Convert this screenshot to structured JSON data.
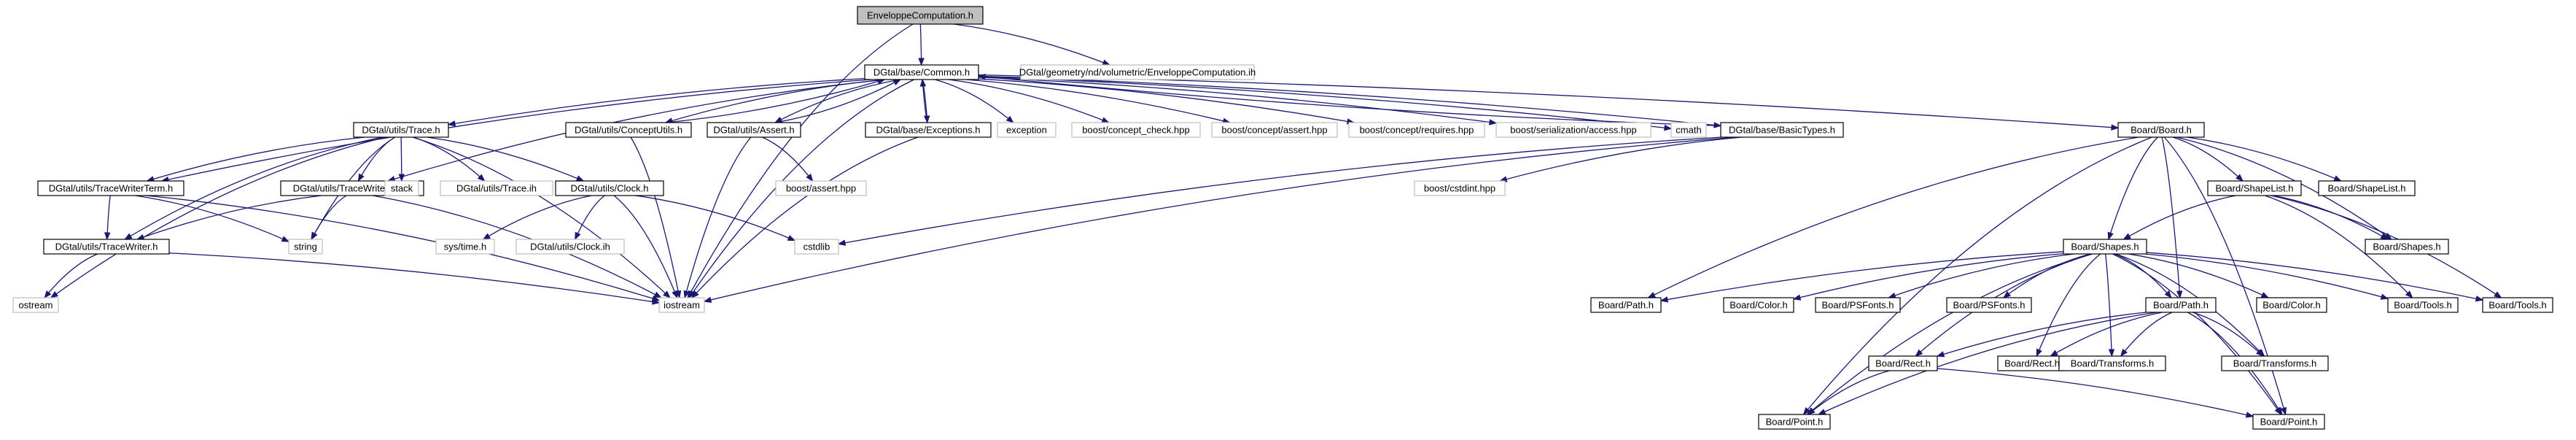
{
  "colors": {
    "root_fill": "#bfbfbf",
    "node_border": "#000000",
    "external_border": "#bfbfbf",
    "edge": "#191970",
    "background": "#ffffff"
  },
  "nodes": [
    {
      "id": "root",
      "label": "EnveloppeComputation.h",
      "kind": "root"
    },
    {
      "id": "common",
      "label": "DGtal/base/Common.h",
      "kind": "header"
    },
    {
      "id": "envih",
      "label": "DGtal/geometry/nd/volumetric/EnveloppeComputation.ih",
      "kind": "external"
    },
    {
      "id": "trace",
      "label": "DGtal/utils/Trace.h",
      "kind": "header"
    },
    {
      "id": "conceptutils",
      "label": "DGtal/utils/ConceptUtils.h",
      "kind": "header"
    },
    {
      "id": "assert",
      "label": "DGtal/utils/Assert.h",
      "kind": "header"
    },
    {
      "id": "exceptions",
      "label": "DGtal/base/Exceptions.h",
      "kind": "header"
    },
    {
      "id": "exception",
      "label": "exception",
      "kind": "external"
    },
    {
      "id": "conceptcheck",
      "label": "boost/concept_check.hpp",
      "kind": "external"
    },
    {
      "id": "conceptassert",
      "label": "boost/concept/assert.hpp",
      "kind": "external"
    },
    {
      "id": "conceptrequires",
      "label": "boost/concept/requires.hpp",
      "kind": "external"
    },
    {
      "id": "serialization",
      "label": "boost/serialization/access.hpp",
      "kind": "external"
    },
    {
      "id": "cmath",
      "label": "cmath",
      "kind": "external"
    },
    {
      "id": "basictypes",
      "label": "DGtal/base/BasicTypes.h",
      "kind": "header"
    },
    {
      "id": "board",
      "label": "Board/Board.h",
      "kind": "header"
    },
    {
      "id": "tracewriterterm",
      "label": "DGtal/utils/TraceWriterTerm.h",
      "kind": "header"
    },
    {
      "id": "tracewriterfile",
      "label": "DGtal/utils/TraceWriterFile.h",
      "kind": "header"
    },
    {
      "id": "stack",
      "label": "stack",
      "kind": "external"
    },
    {
      "id": "traceih",
      "label": "DGtal/utils/Trace.ih",
      "kind": "external"
    },
    {
      "id": "clock",
      "label": "DGtal/utils/Clock.h",
      "kind": "header"
    },
    {
      "id": "boostassert",
      "label": "boost/assert.hpp",
      "kind": "external"
    },
    {
      "id": "cstdint",
      "label": "boost/cstdint.hpp",
      "kind": "external"
    },
    {
      "id": "tracewriter",
      "label": "DGtal/utils/TraceWriter.h",
      "kind": "header"
    },
    {
      "id": "string",
      "label": "string",
      "kind": "external"
    },
    {
      "id": "systime",
      "label": "sys/time.h",
      "kind": "external"
    },
    {
      "id": "clockih",
      "label": "DGtal/utils/Clock.ih",
      "kind": "external"
    },
    {
      "id": "cstdlib",
      "label": "cstdlib",
      "kind": "external"
    },
    {
      "id": "ostream",
      "label": "ostream",
      "kind": "external"
    },
    {
      "id": "iostream",
      "label": "iostream",
      "kind": "external"
    },
    {
      "id": "shapelisth",
      "label": "Board/ShapeList.h",
      "kind": "header"
    },
    {
      "id": "shapelist2",
      "label": "Board/ShapeList.h",
      "kind": "header"
    },
    {
      "id": "shapesR",
      "label": "Board/Shapes.h",
      "kind": "header"
    },
    {
      "id": "shapesC",
      "label": "Board/Shapes.h",
      "kind": "header"
    },
    {
      "id": "pathL",
      "label": "Board/Path.h",
      "kind": "header"
    },
    {
      "id": "color1",
      "label": "Board/Color.h",
      "kind": "header"
    },
    {
      "id": "psfonts1",
      "label": "Board/PSFonts.h",
      "kind": "header"
    },
    {
      "id": "psfonts2",
      "label": "Board/PSFonts.h",
      "kind": "header"
    },
    {
      "id": "pathC",
      "label": "Board/Path.h",
      "kind": "header"
    },
    {
      "id": "color2",
      "label": "Board/Color.h",
      "kind": "header"
    },
    {
      "id": "tools1",
      "label": "Board/Tools.h",
      "kind": "header"
    },
    {
      "id": "tools2",
      "label": "Board/Tools.h",
      "kind": "header"
    },
    {
      "id": "rect1",
      "label": "Board/Rect.h",
      "kind": "header"
    },
    {
      "id": "rect2",
      "label": "Board/Rect.h",
      "kind": "header"
    },
    {
      "id": "transforms1",
      "label": "Board/Transforms.h",
      "kind": "header"
    },
    {
      "id": "transforms2",
      "label": "Board/Transforms.h",
      "kind": "header"
    },
    {
      "id": "point1",
      "label": "Board/Point.h",
      "kind": "header"
    },
    {
      "id": "point2",
      "label": "Board/Point.h",
      "kind": "header"
    }
  ],
  "edges": [
    [
      "root",
      "common"
    ],
    [
      "root",
      "envih"
    ],
    [
      "root",
      "iostream"
    ],
    [
      "common",
      "trace"
    ],
    [
      "common",
      "conceptutils"
    ],
    [
      "common",
      "assert"
    ],
    [
      "common",
      "exceptions"
    ],
    [
      "common",
      "exception"
    ],
    [
      "common",
      "conceptcheck"
    ],
    [
      "common",
      "conceptassert"
    ],
    [
      "common",
      "conceptrequires"
    ],
    [
      "common",
      "serialization"
    ],
    [
      "common",
      "cmath"
    ],
    [
      "common",
      "basictypes"
    ],
    [
      "common",
      "board"
    ],
    [
      "common",
      "tracewriterterm"
    ],
    [
      "common",
      "tracewriterfile"
    ],
    [
      "common",
      "iostream"
    ],
    [
      "trace",
      "iostream"
    ],
    [
      "trace",
      "tracewriterterm"
    ],
    [
      "trace",
      "tracewriterfile"
    ],
    [
      "trace",
      "stack"
    ],
    [
      "trace",
      "traceih"
    ],
    [
      "trace",
      "clock"
    ],
    [
      "trace",
      "string"
    ],
    [
      "trace",
      "tracewriter"
    ],
    [
      "trace",
      "ostream"
    ],
    [
      "conceptutils",
      "iostream"
    ],
    [
      "conceptutils",
      "common"
    ],
    [
      "assert",
      "iostream"
    ],
    [
      "assert",
      "boostassert"
    ],
    [
      "assert",
      "common"
    ],
    [
      "exceptions",
      "iostream"
    ],
    [
      "exceptions",
      "common"
    ],
    [
      "basictypes",
      "cstdint"
    ],
    [
      "basictypes",
      "cstdlib"
    ],
    [
      "basictypes",
      "iostream"
    ],
    [
      "basictypes",
      "common"
    ],
    [
      "tracewriterterm",
      "tracewriter"
    ],
    [
      "tracewriterterm",
      "string"
    ],
    [
      "tracewriterterm",
      "iostream"
    ],
    [
      "tracewriterfile",
      "tracewriter"
    ],
    [
      "tracewriterfile",
      "string"
    ],
    [
      "tracewriterfile",
      "iostream"
    ],
    [
      "tracewriter",
      "iostream"
    ],
    [
      "tracewriter",
      "ostream"
    ],
    [
      "clock",
      "systime"
    ],
    [
      "clock",
      "clockih"
    ],
    [
      "clock",
      "cstdlib"
    ],
    [
      "clock",
      "iostream"
    ],
    [
      "board",
      "shapesC"
    ],
    [
      "board",
      "pathC"
    ],
    [
      "board",
      "shapelisth"
    ],
    [
      "board",
      "shapelist2"
    ],
    [
      "board",
      "shapesR"
    ],
    [
      "board",
      "pathL"
    ],
    [
      "board",
      "point1"
    ],
    [
      "board",
      "point2"
    ],
    [
      "shapelisth",
      "shapesC"
    ],
    [
      "shapelisth",
      "shapesR"
    ],
    [
      "shapelisth",
      "tools1"
    ],
    [
      "shapelisth",
      "tools2"
    ],
    [
      "shapesC",
      "pathL"
    ],
    [
      "shapesC",
      "color1"
    ],
    [
      "shapesC",
      "psfonts1"
    ],
    [
      "shapesC",
      "psfonts2"
    ],
    [
      "shapesC",
      "pathC"
    ],
    [
      "shapesC",
      "color2"
    ],
    [
      "shapesC",
      "tools1"
    ],
    [
      "shapesC",
      "tools2"
    ],
    [
      "shapesC",
      "rect1"
    ],
    [
      "shapesC",
      "rect2"
    ],
    [
      "shapesC",
      "transforms1"
    ],
    [
      "shapesC",
      "transforms2"
    ],
    [
      "shapesC",
      "point1"
    ],
    [
      "shapesC",
      "point2"
    ],
    [
      "pathC",
      "rect1"
    ],
    [
      "pathC",
      "rect2"
    ],
    [
      "pathC",
      "transforms1"
    ],
    [
      "pathC",
      "transforms2"
    ],
    [
      "pathC",
      "point1"
    ],
    [
      "pathC",
      "point2"
    ],
    [
      "rect1",
      "point1"
    ],
    [
      "rect1",
      "point2"
    ]
  ]
}
